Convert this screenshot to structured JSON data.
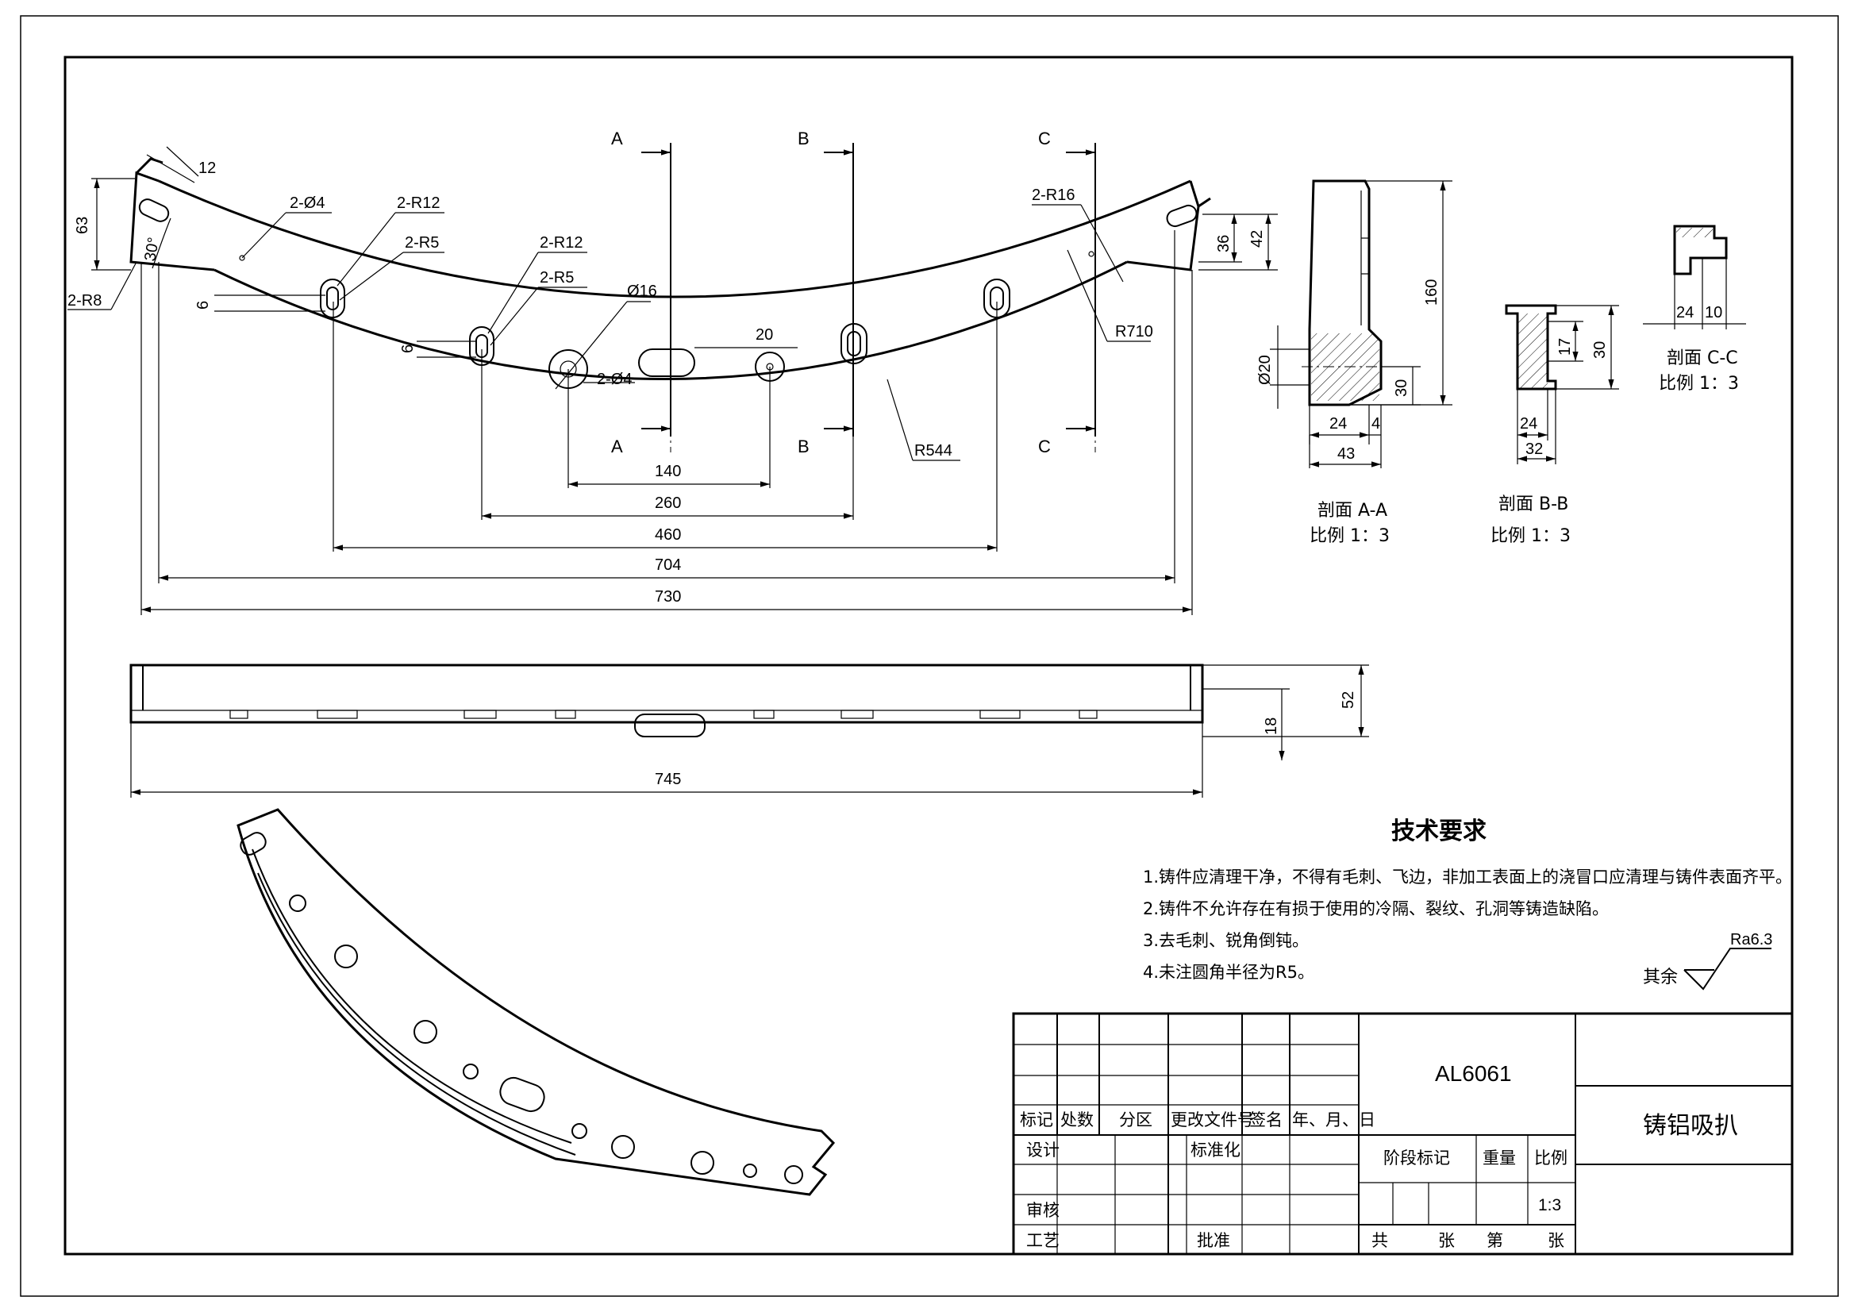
{
  "top_view": {
    "dims": {
      "d12": "12",
      "d63": "63",
      "d30deg": "30°",
      "r8": "2-R8",
      "phi4_top": "2-Ø4",
      "r12_a": "2-R12",
      "r5_a": "2-R5",
      "r12_b": "2-R12",
      "r5_b": "2-R5",
      "phi16": "Ø16",
      "phi4_b": "2-Ø4",
      "d6_a": "6",
      "d6_b": "6",
      "d20": "20",
      "r16": "2-R16",
      "d36": "36",
      "d42": "42",
      "r710": "R710",
      "r544": "R544",
      "d140": "140",
      "d260": "260",
      "d460": "460",
      "d704": "704",
      "d730": "730"
    },
    "sections": {
      "a": "A",
      "b": "B",
      "c": "C"
    }
  },
  "front_view": {
    "d52": "52",
    "d18": "18",
    "d745": "745"
  },
  "section_aa": {
    "d160": "160",
    "phi20": "Ø20",
    "d30": "30",
    "d24": "24",
    "d4": "4",
    "d43": "43",
    "title": "剖面 A-A",
    "scale": "比例 1：3"
  },
  "section_bb": {
    "d17": "17",
    "d30": "30",
    "d24": "24",
    "d32": "32",
    "title": "剖面 B-B",
    "scale": "比例 1：3"
  },
  "section_cc": {
    "d24": "24",
    "d10": "10",
    "title": "剖面 C-C",
    "scale": "比例 1：3"
  },
  "tech": {
    "title": "技术要求",
    "items": [
      "1.铸件应清理干净，不得有毛刺、飞边，非加工表面上的浇冒口应清理与铸件表面齐平。",
      "2.铸件不允许存在有损于使用的冷隔、裂纹、孔洞等铸造缺陷。",
      "3.去毛刺、锐角倒钝。",
      "4.未注圆角半径为R5。"
    ],
    "roughness_label": "其余",
    "roughness_value": "Ra6.3"
  },
  "title_block": {
    "headers": [
      "标记",
      "处数",
      "分区",
      "更改文件号",
      "签名",
      "年、月、日"
    ],
    "design": "设计",
    "standard": "标准化",
    "review": "审核",
    "process": "工艺",
    "approve": "批准",
    "material": "AL6061",
    "stage": "阶段标记",
    "weight": "重量",
    "scale_label": "比例",
    "scale_value": "1:3",
    "total": "共",
    "sheets": "张",
    "sheet_no": "第",
    "sheet_of": "张",
    "part_name": "铸铝吸扒"
  }
}
